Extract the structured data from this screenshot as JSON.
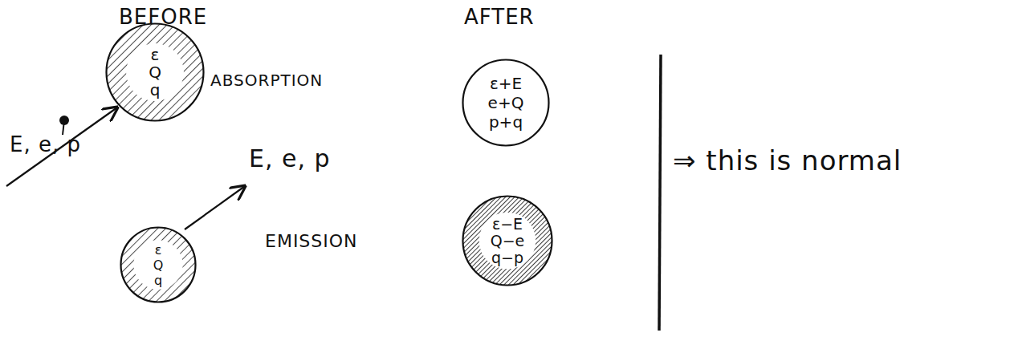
{
  "diagram": {
    "nodes": [
      {
        "text": [
          "ε",
          "Q",
          "q"
        ]
      },
      {
        "text": [
          "ε+E",
          "e+Q",
          "p+q"
        ]
      },
      {
        "text": [
          "ε",
          "Q",
          "q"
        ]
      },
      {
        "text": [
          "ε−E",
          "Q−e",
          "q−p"
        ]
      }
    ],
    "labels": [
      "BEFORE",
      "AFTER",
      "ABSORPTION",
      "EMISSION",
      "E, e, p",
      "E, e, p",
      "⇒ this is normal"
    ]
  }
}
